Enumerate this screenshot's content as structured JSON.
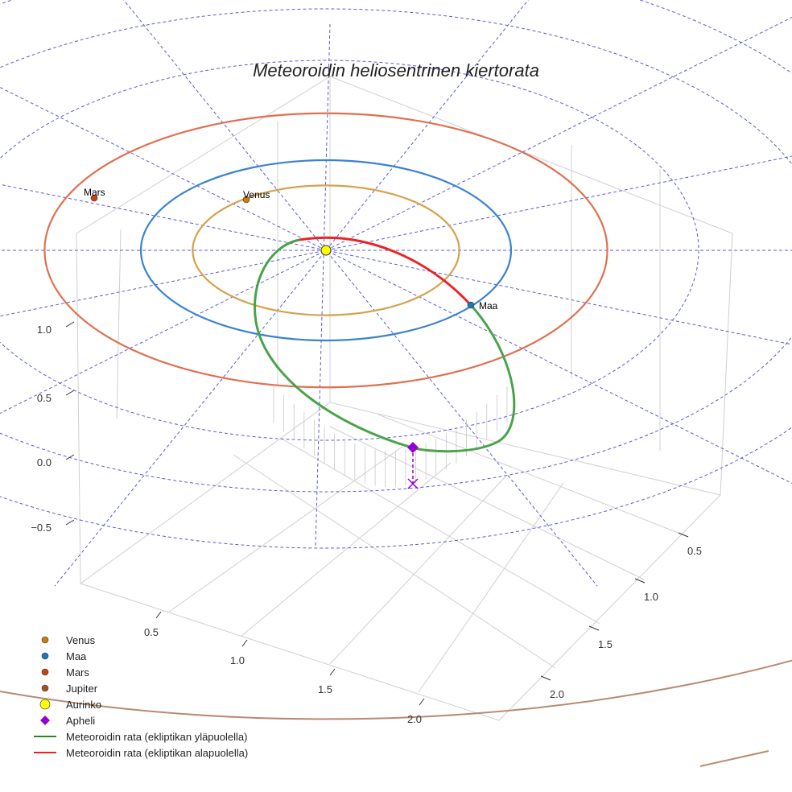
{
  "chart_data": {
    "type": "line",
    "projection": "3d",
    "title": "Meteoroidin heliosentrinen kiertorata",
    "x_ticks": [
      "0.5",
      "1.0",
      "1.5",
      "2.0"
    ],
    "y_ticks": [
      "0.5",
      "1.0",
      "1.5",
      "2.0"
    ],
    "z_ticks": [
      "1.0",
      "0.5",
      "0.0",
      "−0.5"
    ],
    "planets": [
      {
        "name": "Venus",
        "orbit_radius_au": 0.72,
        "color": "#c87f0a",
        "orbit_color": "#d4a24c"
      },
      {
        "name": "Maa",
        "orbit_radius_au": 1.0,
        "color": "#1f77b4",
        "orbit_color": "#3b82d0"
      },
      {
        "name": "Mars",
        "orbit_radius_au": 1.52,
        "color": "#c8440a",
        "orbit_color": "#e07050"
      },
      {
        "name": "Jupiter",
        "orbit_radius_au": 5.2,
        "color": "#a0522d",
        "orbit_color": "#b88a70"
      }
    ],
    "sun": {
      "name": "Aurinko",
      "color": "#ffff00"
    },
    "apheli": {
      "name": "Apheli",
      "color": "#9400d3"
    },
    "legend": {
      "placement": "bottom-left",
      "entries": [
        {
          "label": "Venus",
          "color": "#c87f0a",
          "marker": "circle"
        },
        {
          "label": "Maa",
          "color": "#1f77b4",
          "marker": "circle"
        },
        {
          "label": "Mars",
          "color": "#c8440a",
          "marker": "circle"
        },
        {
          "label": "Jupiter",
          "color": "#a0522d",
          "marker": "circle"
        },
        {
          "label": "Aurinko",
          "color": "#ffff00",
          "marker": "circle-large"
        },
        {
          "label": "Apheli",
          "color": "#9400d3",
          "marker": "diamond"
        },
        {
          "label": "Meteoroidin rata (ekliptikan yläpuolella)",
          "color": "#228b22",
          "marker": "line"
        },
        {
          "label": "Meteoroidin rata (ekliptikan alapuolella)",
          "color": "#ee2222",
          "marker": "line"
        }
      ]
    },
    "grid": true
  }
}
